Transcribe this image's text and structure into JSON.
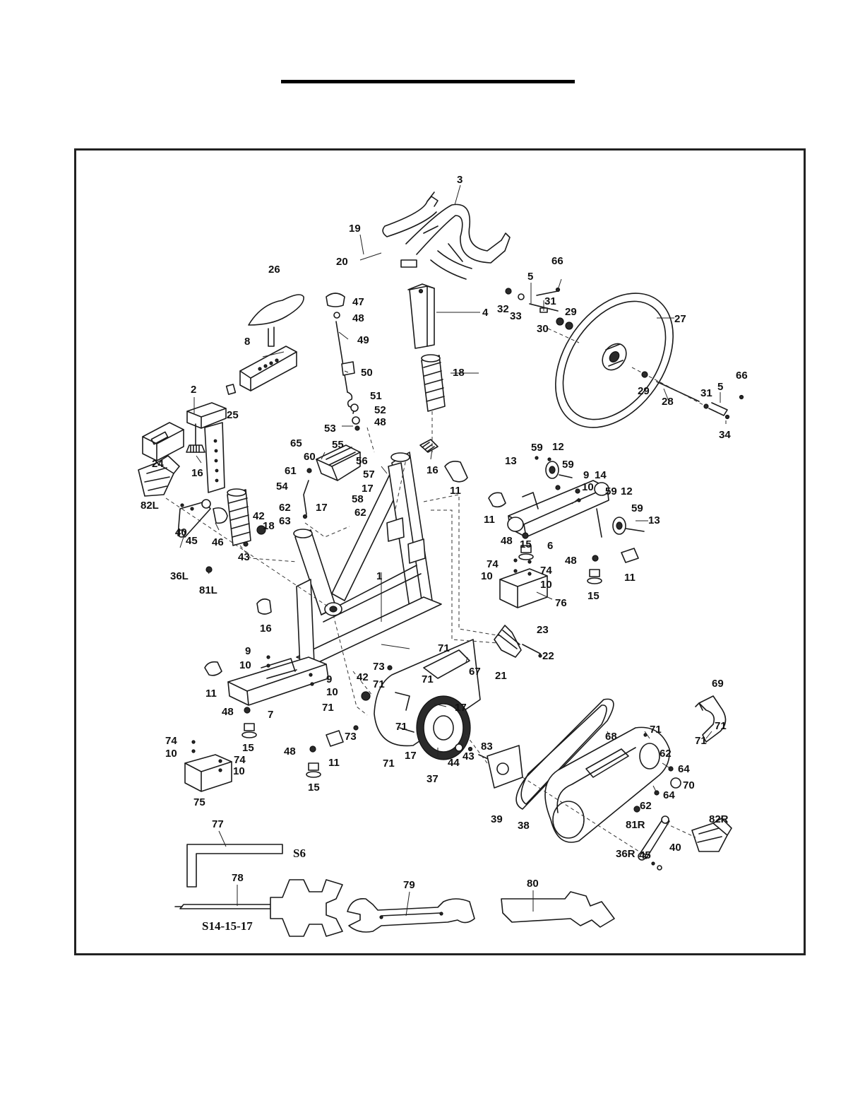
{
  "parts": {
    "p1": "1",
    "p2": "2",
    "p3": "3",
    "p4": "4",
    "p5a": "5",
    "p5b": "5",
    "p6": "6",
    "p7": "7",
    "p8": "8",
    "p9a": "9",
    "p9b": "9",
    "p9c": "9",
    "p10a": "10",
    "p10b": "10",
    "p10c": "10",
    "p10d": "10",
    "p10e": "10",
    "p10f": "10",
    "p10g": "10",
    "p11a": "11",
    "p11b": "11",
    "p11c": "11",
    "p11d": "11",
    "p11e": "11",
    "p12a": "12",
    "p12b": "12",
    "p13a": "13",
    "p13b": "13",
    "p14": "14",
    "p15a": "15",
    "p15b": "15",
    "p15c": "15",
    "p15d": "15",
    "p16a": "16",
    "p16b": "16",
    "p16c": "16",
    "p17a": "17",
    "p17b": "17",
    "p17c": "17",
    "p17d": "17",
    "p18a": "18",
    "p18b": "18",
    "p19": "19",
    "p20": "20",
    "p21": "21",
    "p22": "22",
    "p23": "23",
    "p24": "24",
    "p25": "25",
    "p26": "26",
    "p27": "27",
    "p28": "28",
    "p29a": "29",
    "p29b": "29",
    "p30": "30",
    "p31a": "31",
    "p31b": "31",
    "p32": "32",
    "p33": "33",
    "p34": "34",
    "p36L": "36L",
    "p36R": "36R",
    "p37": "37",
    "p38": "38",
    "p39": "39",
    "p40a": "40",
    "p40b": "40",
    "p42a": "42",
    "p42b": "42",
    "p43a": "43",
    "p43b": "43",
    "p44": "44",
    "p45a": "45",
    "p45b": "45",
    "p46": "46",
    "p47": "47",
    "p48a": "48",
    "p48b": "48",
    "p48c": "48",
    "p48d": "48",
    "p48e": "48",
    "p48f": "48",
    "p49": "49",
    "p50": "50",
    "p51": "51",
    "p52": "52",
    "p53": "53",
    "p54": "54",
    "p55": "55",
    "p56": "56",
    "p57": "57",
    "p58": "58",
    "p59a": "59",
    "p59b": "59",
    "p59c": "59",
    "p59d": "59",
    "p60": "60",
    "p61": "61",
    "p62a": "62",
    "p62b": "62",
    "p62c": "62",
    "p62d": "62",
    "p63": "63",
    "p64a": "64",
    "p64b": "64",
    "p65": "65",
    "p66a": "66",
    "p66b": "66",
    "p67": "67",
    "p68": "68",
    "p69": "69",
    "p70": "70",
    "p71a": "71",
    "p71b": "71",
    "p71c": "71",
    "p71d": "71",
    "p71e": "71",
    "p71f": "71",
    "p71g": "71",
    "p71h": "71",
    "p71i": "71",
    "p73a": "73",
    "p73b": "73",
    "p74a": "74",
    "p74b": "74",
    "p74c": "74",
    "p74d": "74",
    "p75": "75",
    "p76": "76",
    "p77": "77",
    "p78": "78",
    "p79": "79",
    "p80": "80",
    "p81L": "81L",
    "p81R": "81R",
    "p82L": "82L",
    "p82R": "82R",
    "p83": "83"
  },
  "tools": {
    "allen_size": "S6",
    "wrench_sizes": "S14-15-17"
  }
}
